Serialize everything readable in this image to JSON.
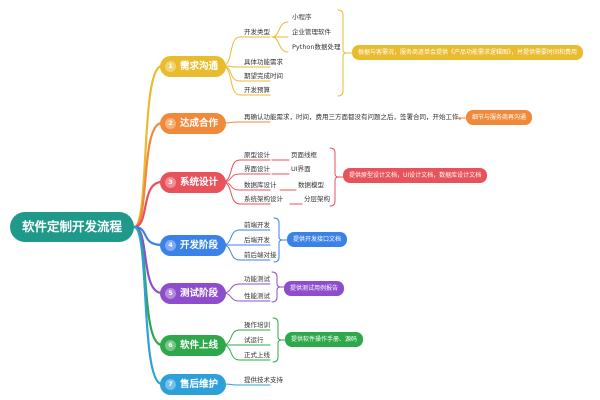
{
  "root": {
    "label": "软件定制开发流程",
    "color": "#1f9a8a"
  },
  "stages": [
    {
      "num": "1",
      "label": "需求沟通",
      "color": "#e9bb2e",
      "leaves": [
        "开发类型",
        "具体功能需求",
        "期望完成时间",
        "开发预算"
      ],
      "subleaves": [
        "小程序",
        "企业管理软件",
        "Python数据处理"
      ],
      "note": "根据与客需况，服务商逐单会提供《产品功能需求逻辑图》，并提供需要时间和费用"
    },
    {
      "num": "2",
      "label": "达成合作",
      "color": "#f08a3a",
      "leaves": [
        "再确认功能需求，时间，费用三方面都没有问题之后，签署合同，开始工作。"
      ],
      "note": "细节与服务商再沟通"
    },
    {
      "num": "3",
      "label": "系统设计",
      "color": "#e8525b",
      "leaves": [
        "原型设计",
        "界面设计",
        "数据库设计",
        "系统架构设计"
      ],
      "subleaves": [
        "页面线框",
        "UI界面",
        "数据模型",
        "分层架构"
      ],
      "note": "提供原型设计文档，UI设计文档，数据库设计文档"
    },
    {
      "num": "4",
      "label": "开发阶段",
      "color": "#3b82e8",
      "leaves": [
        "前端开发",
        "后端开发",
        "前后端对接"
      ],
      "note": "提供开发接口文档"
    },
    {
      "num": "5",
      "label": "测试阶段",
      "color": "#8e4dcc",
      "leaves": [
        "功能测试",
        "性能测试"
      ],
      "note": "提供测试用例报告"
    },
    {
      "num": "6",
      "label": "软件上线",
      "color": "#2ea84a",
      "leaves": [
        "操作培训",
        "试运行",
        "正式上线"
      ],
      "note": "提供软件操作手册、源码"
    },
    {
      "num": "7",
      "label": "售后维护",
      "color": "#2d9fd9",
      "leaves": [
        "提供技术支持"
      ]
    }
  ]
}
